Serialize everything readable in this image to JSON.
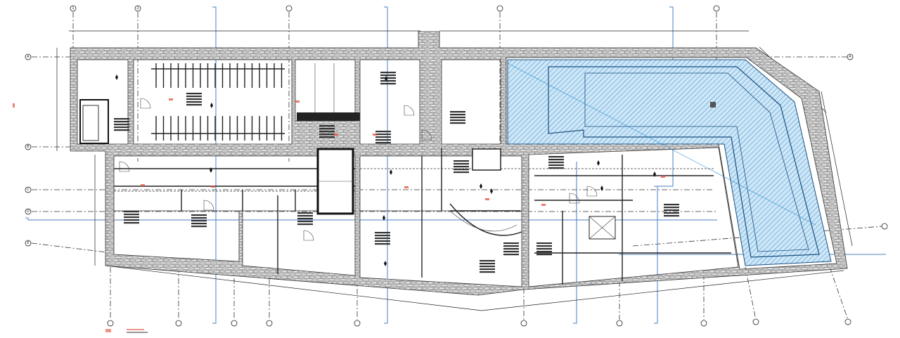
{
  "drawing": {
    "type": "architectural floor plan",
    "grid_labels_left": [
      "A",
      "B",
      "C",
      "D",
      "E"
    ],
    "grid_labels_right": [
      "A"
    ],
    "grid_labels_top": [
      "1",
      "2",
      "",
      "",
      "",
      ""
    ],
    "section_marker_left": "A",
    "colors": {
      "wall_stone": "#9a9a9a",
      "pool_hatch": "#2b8fd0",
      "pool_fill": "#cfe6f6",
      "section_line": "#4a7fc0",
      "annotation_red": "#e0503a"
    }
  }
}
